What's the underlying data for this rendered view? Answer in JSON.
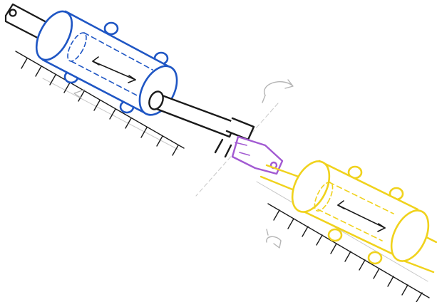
{
  "diagram": {
    "kind": "hand-drawn sketch",
    "components": [
      {
        "name": "blue-cylinder",
        "color": "#1f56c4",
        "motion": "bidirectional-linear"
      },
      {
        "name": "black-rod",
        "color": "#1a1a1a"
      },
      {
        "name": "purple-link",
        "color": "#a25ad2"
      },
      {
        "name": "yellow-cylinder",
        "color": "#f0d21c",
        "motion": "bidirectional-linear"
      }
    ],
    "rotation-hints": {
      "color": "#b4b4b4",
      "count": 3
    },
    "rails": {
      "color": "#1a1a1a",
      "count": 2
    }
  }
}
